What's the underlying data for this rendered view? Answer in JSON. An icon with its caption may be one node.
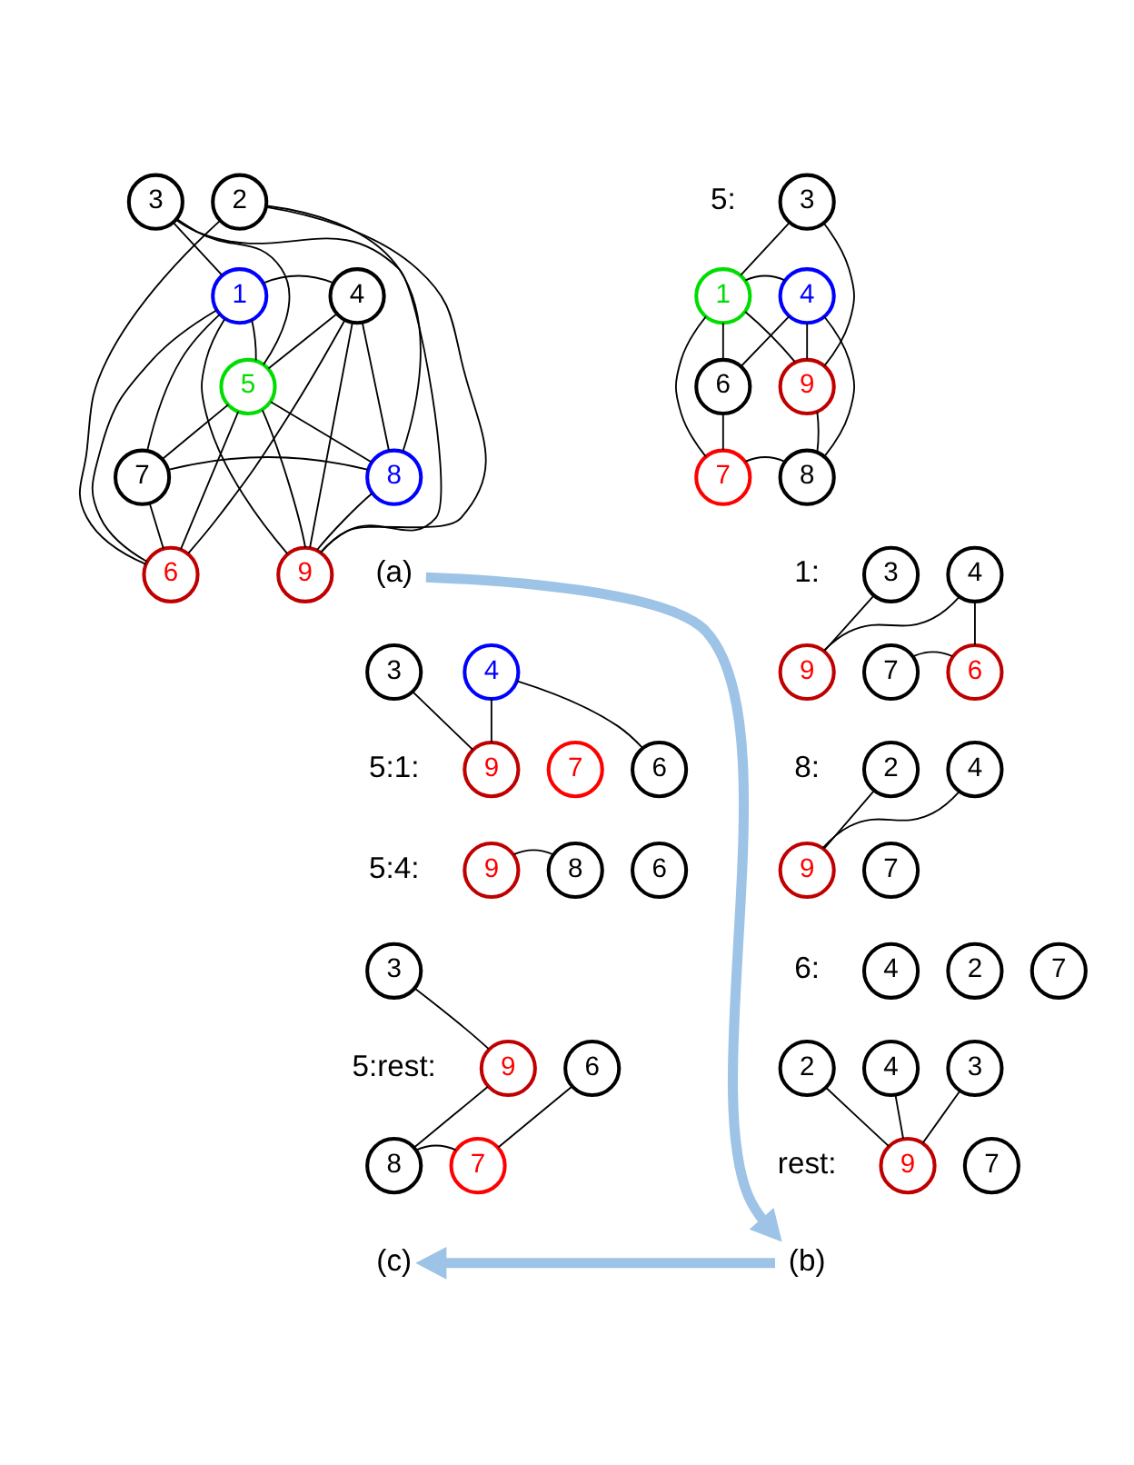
{
  "diagram": {
    "nodes": [
      {
        "text": [
          "1"
        ]
      },
      {
        "text": [
          "2"
        ]
      },
      {
        "text": [
          "3"
        ]
      },
      {
        "text": [
          "4"
        ]
      },
      {
        "text": [
          "5"
        ]
      },
      {
        "text": [
          "6"
        ]
      },
      {
        "text": [
          "7"
        ]
      },
      {
        "text": [
          "8"
        ]
      },
      {
        "text": [
          "9"
        ]
      },
      {
        "text": [
          "(a)"
        ]
      },
      {
        "text": [
          "1"
        ]
      },
      {
        "text": [
          "3"
        ]
      },
      {
        "text": [
          "4"
        ]
      },
      {
        "text": [
          "6"
        ]
      },
      {
        "text": [
          "7"
        ]
      },
      {
        "text": [
          "8"
        ]
      },
      {
        "text": [
          "9"
        ]
      },
      {
        "text": [
          "3"
        ]
      },
      {
        "text": [
          "4"
        ]
      },
      {
        "text": [
          "6"
        ]
      },
      {
        "text": [
          "7"
        ]
      },
      {
        "text": [
          "9"
        ]
      },
      {
        "text": [
          "2"
        ]
      },
      {
        "text": [
          "4"
        ]
      },
      {
        "text": [
          "7"
        ]
      },
      {
        "text": [
          "9"
        ]
      },
      {
        "text": [
          "4"
        ]
      },
      {
        "text": [
          "2"
        ]
      },
      {
        "text": [
          "7"
        ]
      },
      {
        "text": [
          "2"
        ]
      },
      {
        "text": [
          "3"
        ]
      },
      {
        "text": [
          "4"
        ]
      },
      {
        "text": [
          "7"
        ]
      },
      {
        "text": [
          "9"
        ]
      },
      {
        "text": [
          "(b)"
        ]
      },
      {
        "text": [
          "3"
        ]
      },
      {
        "text": [
          "4"
        ]
      },
      {
        "text": [
          "6"
        ]
      },
      {
        "text": [
          "7"
        ]
      },
      {
        "text": [
          "9"
        ]
      },
      {
        "text": [
          "6"
        ]
      },
      {
        "text": [
          "8"
        ]
      },
      {
        "text": [
          "9"
        ]
      },
      {
        "text": [
          "3"
        ]
      },
      {
        "text": [
          "6"
        ]
      },
      {
        "text": [
          "7"
        ]
      },
      {
        "text": [
          "8"
        ]
      },
      {
        "text": [
          "9"
        ]
      },
      {
        "text": [
          "(c)"
        ]
      }
    ],
    "edges": [
      {
        "from": 0,
        "to": 2,
        "arrow": "none"
      },
      {
        "from": 0,
        "to": 3,
        "arrow": "none"
      },
      {
        "from": 0,
        "to": 4,
        "arrow": "none"
      },
      {
        "from": 0,
        "to": 5,
        "arrow": "none"
      },
      {
        "from": 0,
        "to": 6,
        "arrow": "none"
      },
      {
        "from": 0,
        "to": 8,
        "arrow": "none"
      },
      {
        "from": 1,
        "to": 8,
        "arrow": "none"
      },
      {
        "from": 1,
        "to": 7,
        "arrow": "none"
      },
      {
        "from": 1,
        "to": 5,
        "arrow": "none"
      },
      {
        "from": 2,
        "to": 8,
        "arrow": "none"
      },
      {
        "from": 2,
        "to": 4,
        "arrow": "none"
      },
      {
        "from": 3,
        "to": 8,
        "arrow": "none"
      },
      {
        "from": 3,
        "to": 7,
        "arrow": "none"
      },
      {
        "from": 3,
        "to": 5,
        "arrow": "none"
      },
      {
        "from": 3,
        "to": 4,
        "arrow": "none"
      },
      {
        "from": 4,
        "to": 8,
        "arrow": "none"
      },
      {
        "from": 4,
        "to": 7,
        "arrow": "none"
      },
      {
        "from": 4,
        "to": 6,
        "arrow": "none"
      },
      {
        "from": 4,
        "to": 5,
        "arrow": "none"
      },
      {
        "from": 5,
        "to": 6,
        "arrow": "none"
      },
      {
        "from": 6,
        "to": 7,
        "arrow": "none"
      },
      {
        "from": 7,
        "to": 8,
        "arrow": "none"
      },
      {
        "from": 10,
        "to": 11,
        "arrow": "none"
      },
      {
        "from": 10,
        "to": 12,
        "arrow": "none"
      },
      {
        "from": 10,
        "to": 16,
        "arrow": "none"
      },
      {
        "from": 10,
        "to": 13,
        "arrow": "none"
      },
      {
        "from": 10,
        "to": 14,
        "arrow": "none"
      },
      {
        "from": 11,
        "to": 16,
        "arrow": "none"
      },
      {
        "from": 12,
        "to": 16,
        "arrow": "none"
      },
      {
        "from": 12,
        "to": 13,
        "arrow": "none"
      },
      {
        "from": 12,
        "to": 15,
        "arrow": "none"
      },
      {
        "from": 13,
        "to": 14,
        "arrow": "none"
      },
      {
        "from": 15,
        "to": 14,
        "arrow": "none"
      },
      {
        "from": 16,
        "to": 15,
        "arrow": "none"
      },
      {
        "from": 17,
        "to": 21,
        "arrow": "none"
      },
      {
        "from": 21,
        "to": 18,
        "arrow": "none"
      },
      {
        "from": 18,
        "to": 19,
        "arrow": "none"
      },
      {
        "from": 20,
        "to": 19,
        "arrow": "none"
      },
      {
        "from": 22,
        "to": 25,
        "arrow": "none"
      },
      {
        "from": 25,
        "to": 23,
        "arrow": "none"
      },
      {
        "from": 29,
        "to": 33,
        "arrow": "none"
      },
      {
        "from": 30,
        "to": 33,
        "arrow": "none"
      },
      {
        "from": 31,
        "to": 33,
        "arrow": "none"
      },
      {
        "from": 35,
        "to": 39,
        "arrow": "none"
      },
      {
        "from": 39,
        "to": 36,
        "arrow": "none"
      },
      {
        "from": 36,
        "to": 37,
        "arrow": "none"
      },
      {
        "from": 42,
        "to": 41,
        "arrow": "none"
      },
      {
        "from": 43,
        "to": 47,
        "arrow": "none"
      },
      {
        "from": 47,
        "to": 46,
        "arrow": "none"
      },
      {
        "from": 46,
        "to": 45,
        "arrow": "none"
      },
      {
        "from": 45,
        "to": 44,
        "arrow": "none"
      },
      {
        "from": 9,
        "to": 34,
        "arrow": "to",
        "style": "thick",
        "color": "#9dc3e6"
      },
      {
        "from": 34,
        "to": 48,
        "arrow": "to",
        "style": "thick",
        "color": "#9dc3e6"
      }
    ],
    "labels": [
      "5:",
      "1:",
      "8:",
      "5:1:",
      "5:4:",
      "6:",
      "5:rest:",
      "rest:"
    ]
  }
}
